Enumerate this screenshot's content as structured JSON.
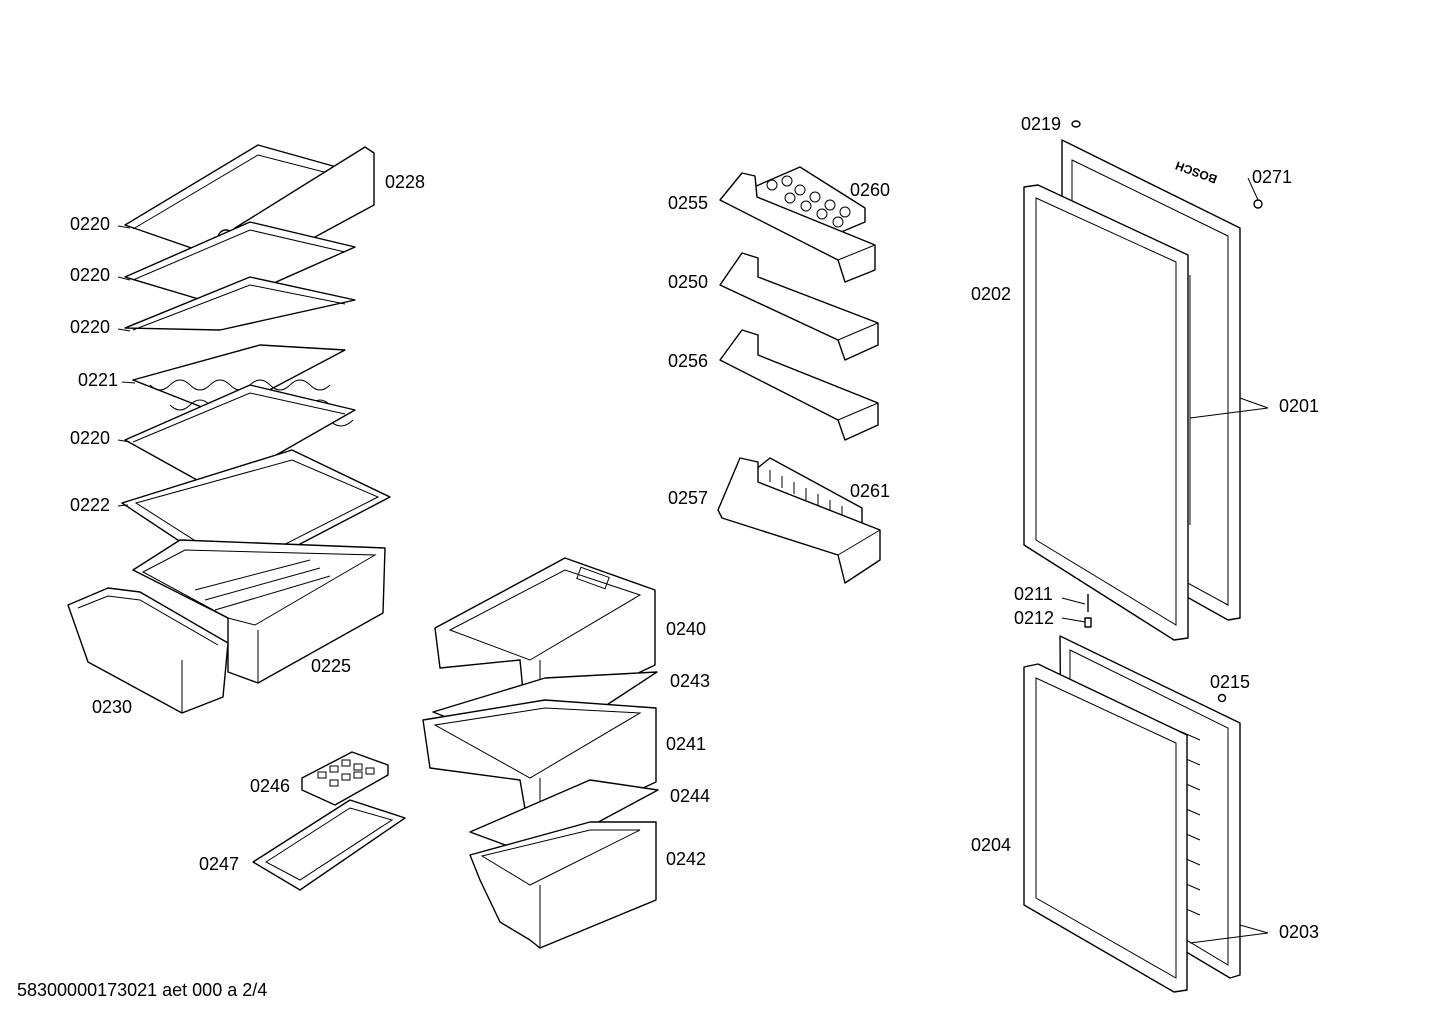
{
  "labels": {
    "l0228": "0228",
    "l0220a": "0220",
    "l0220b": "0220",
    "l0220c": "0220",
    "l0221": "0221",
    "l0220d": "0220",
    "l0222": "0222",
    "l0225": "0225",
    "l0230": "0230",
    "l0246": "0246",
    "l0247": "0247",
    "l0240": "0240",
    "l0243": "0243",
    "l0241": "0241",
    "l0244": "0244",
    "l0242": "0242",
    "l0255": "0255",
    "l0260": "0260",
    "l0250": "0250",
    "l0256": "0256",
    "l0257": "0257",
    "l0261": "0261",
    "l0219": "0219",
    "l0271": "0271",
    "l0202": "0202",
    "l0201": "0201",
    "l0211": "0211",
    "l0212": "0212",
    "l0215": "0215",
    "l0204": "0204",
    "l0203": "0203"
  },
  "logo_text": "BOSCH",
  "footer": "58300000173021 aet 000 a 2/4"
}
